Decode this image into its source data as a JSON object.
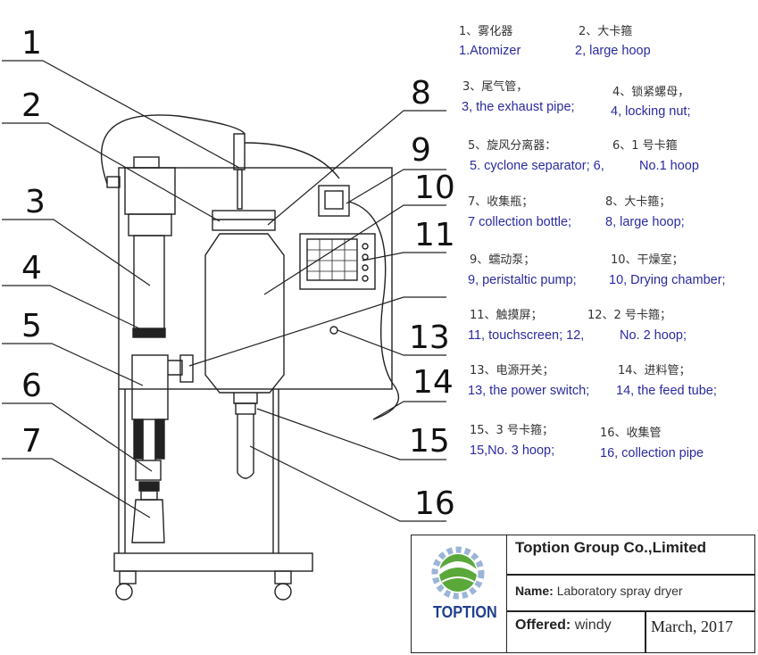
{
  "callouts": [
    "1",
    "2",
    "3",
    "4",
    "5",
    "6",
    "7",
    "8",
    "9",
    "10",
    "11",
    "12",
    "13",
    "14",
    "15",
    "16"
  ],
  "legend": [
    {
      "zh": "1、雾化器",
      "en": "1.Atomizer"
    },
    {
      "zh": "2、大卡箍",
      "en": "2, large hoop"
    },
    {
      "zh": "3、尾气管，",
      "en": "3, the exhaust pipe;"
    },
    {
      "zh": "4、锁紧螺母，",
      "en": "4, locking nut;"
    },
    {
      "zh": "5、旋风分离器：",
      "en": "5. cyclone separator; 6,"
    },
    {
      "zh": "6、1 号卡箍",
      "en": "No.1 hoop"
    },
    {
      "zh": "7、收集瓶；",
      "en": "7 collection bottle;"
    },
    {
      "zh": "8、大卡箍；",
      "en": "8, large hoop;"
    },
    {
      "zh": "9、蠕动泵；",
      "en": "9, peristaltic pump;"
    },
    {
      "zh": "10、干燥室；",
      "en": "10, Drying chamber;"
    },
    {
      "zh": "11、触摸屏；",
      "en": "11, touchscreen; 12,"
    },
    {
      "zh": "12、2 号卡箍；",
      "en": "No. 2 hoop;"
    },
    {
      "zh": "13、电源开关；",
      "en": "13, the power switch;"
    },
    {
      "zh": "14、进料管；",
      "en": "14, the feed tube;"
    },
    {
      "zh": "15、3 号卡箍；",
      "en": "15,No. 3 hoop;"
    },
    {
      "zh": "16、收集管",
      "en": "16, collection pipe"
    }
  ],
  "title_block": {
    "company": "Toption Group Co.,Limited",
    "name_label": "Name:",
    "name_value": "Laboratory spray dryer",
    "offered_label": "Offered:",
    "offered_value": "windy",
    "date": "March, 2017",
    "logo_text": "TOPTION"
  },
  "colors": {
    "legend_en": "#2a2aa0",
    "legend_zh": "#333333",
    "logo_blue": "#1f3f8f",
    "logo_green": "#5aa83a"
  }
}
